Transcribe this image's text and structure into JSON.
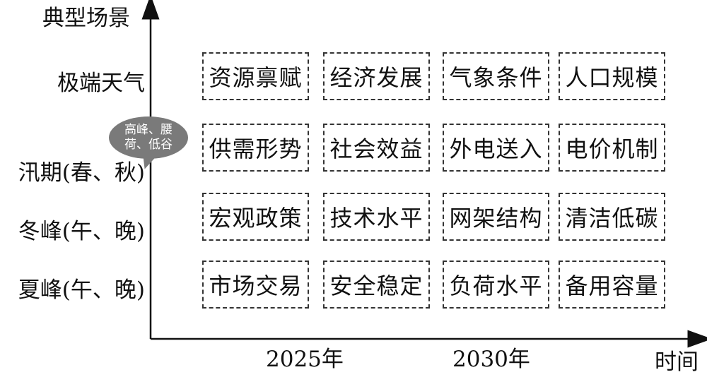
{
  "axes": {
    "y_title": "典型场景",
    "x_title": "时间"
  },
  "scenarios": [
    "极端天气",
    "汛期(春、秋)",
    "冬峰(午、晚)",
    "夏峰(午、晚)"
  ],
  "years": [
    "2025年",
    "2030年"
  ],
  "factors": [
    [
      "资源禀赋",
      "经济发展",
      "气象条件",
      "人口规模"
    ],
    [
      "供需形势",
      "社会效益",
      "外电送入",
      "电价机制"
    ],
    [
      "宏观政策",
      "技术水平",
      "网架结构",
      "清洁低碳"
    ],
    [
      "市场交易",
      "安全稳定",
      "负荷水平",
      "备用容量"
    ]
  ],
  "callout": {
    "line1": "高峰、腰",
    "line2": "荷、低谷"
  }
}
